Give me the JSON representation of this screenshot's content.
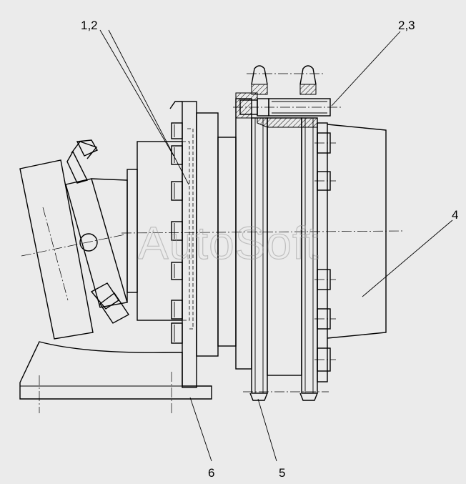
{
  "callouts": {
    "c1": "1,2",
    "c2": "2,3",
    "c3": "4",
    "c4": "6",
    "c5": "5"
  },
  "watermark": "AutoSoft"
}
